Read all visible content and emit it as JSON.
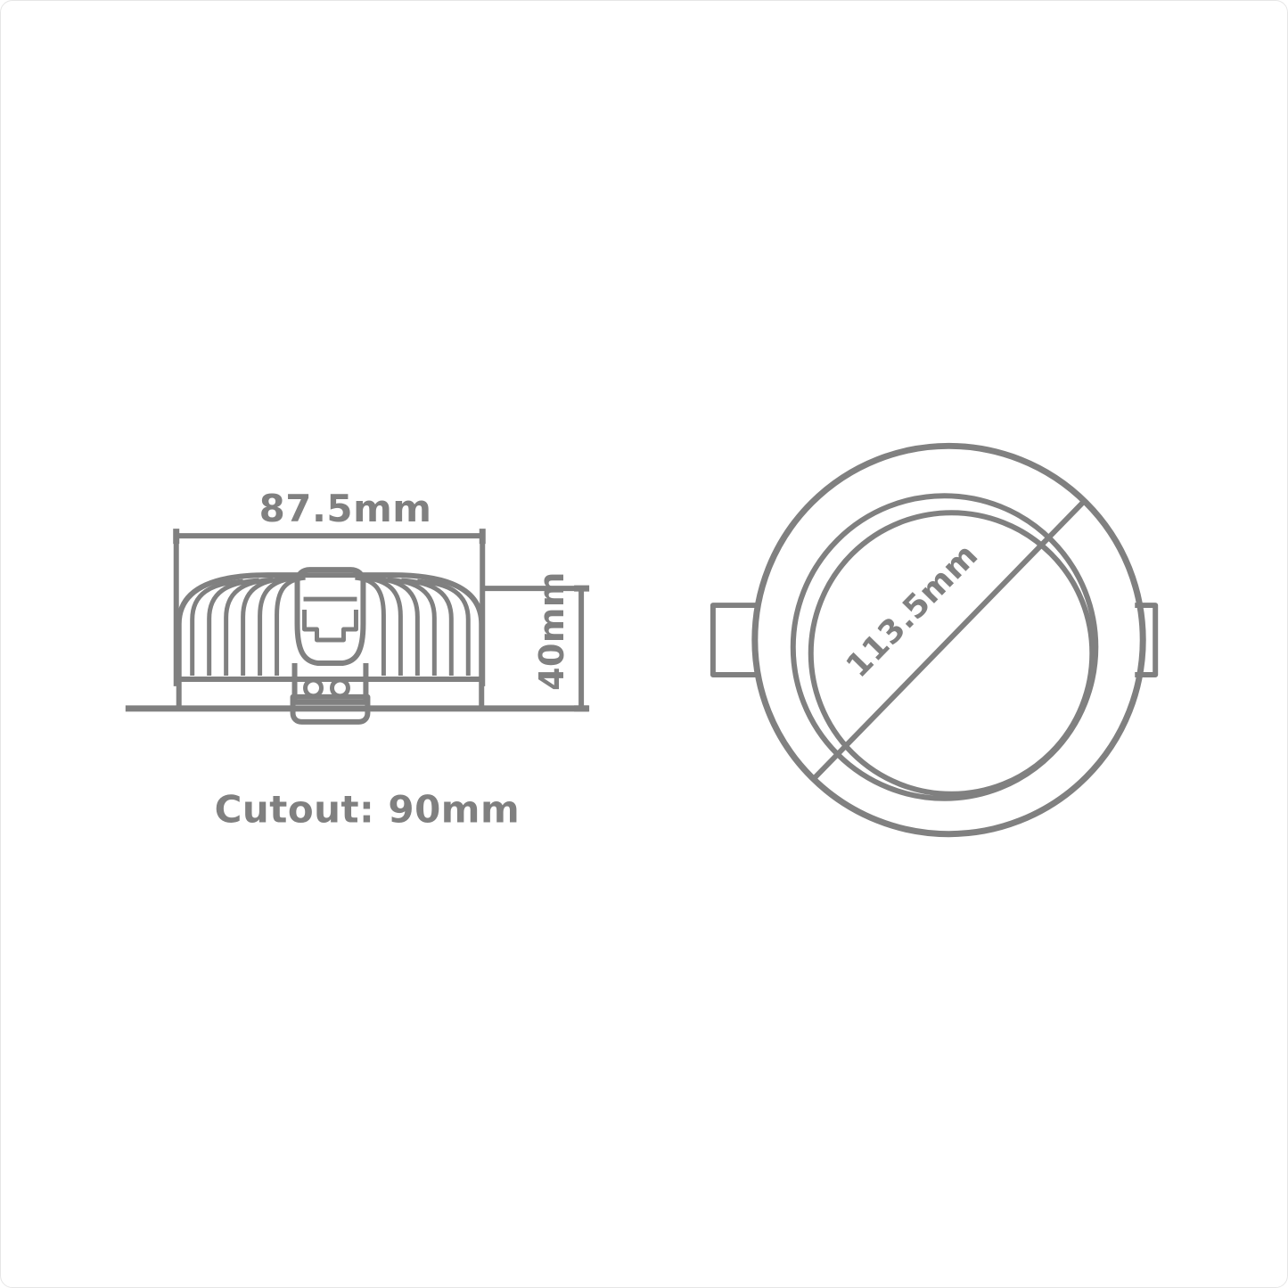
{
  "diagram": {
    "title": "LED downlight dimension drawing",
    "line_color": "#808080",
    "background_color": "#ffffff",
    "views": [
      {
        "name": "side-elevation",
        "labels": {
          "width_dimension": "87.5mm",
          "height_dimension": "40mm",
          "cutout_note": "Cutout: 90mm"
        }
      },
      {
        "name": "front-plan",
        "labels": {
          "diameter_dimension": "113.5mm"
        }
      }
    ]
  },
  "side_view": {
    "width_label": "87.5mm",
    "height_label": "40mm",
    "cutout_label": "Cutout: 90mm"
  },
  "front_view": {
    "diameter_label": "113.5mm"
  }
}
